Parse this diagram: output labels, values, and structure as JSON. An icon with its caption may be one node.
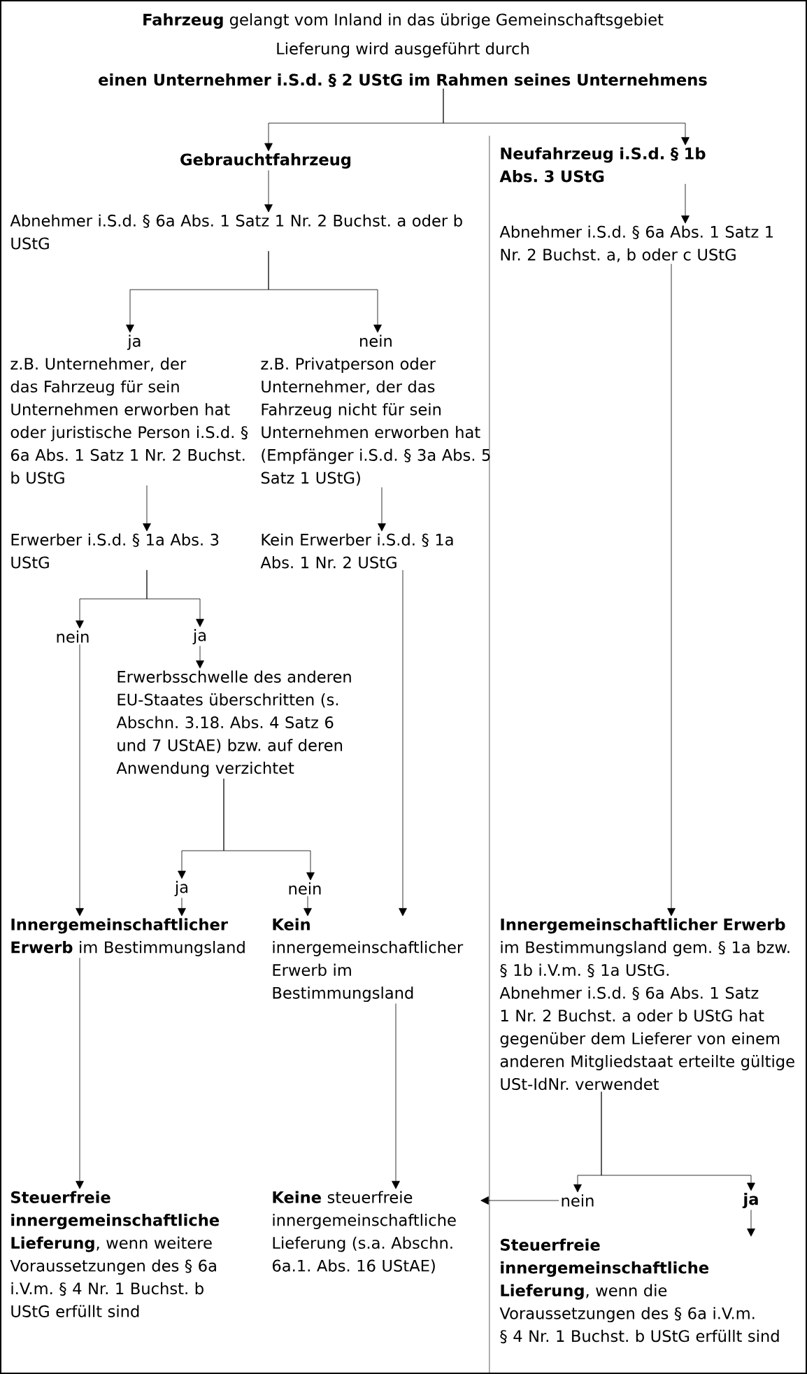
{
  "diagram": {
    "title": "**Fahrzeug** gelangt vom Inland in das übrige Gemeinschaftsgebiet",
    "nodes": [
      {
        "text": [
          "Lieferung wird ausgeführt durch",
          "einen Unternehmer i.S.d. § 2 UStG im Rahmen seines Unternehmens"
        ]
      },
      {
        "text": [
          "Gebrauchtfahrzeug"
        ]
      },
      {
        "text": [
          "Neufahrzeug i.S.d. § 1b Abs. 3 UStG"
        ]
      },
      {
        "text": [
          "Abnehmer i.S.d. § 6a Abs. 1 Satz 1 Nr. 2 Buchst. a oder b UStG"
        ]
      },
      {
        "text": [
          "Abnehmer i.S.d. § 6a Abs. 1 Satz 1 Nr. 2 Buchst. a, b oder c UStG"
        ]
      },
      {
        "text": [
          "ja",
          "z.B. Unternehmer, der das Fahrzeug für sein Unternehmen erworben hat oder juristische Person i.S.d. § 6a Abs. 1 Satz 1 Nr. 2 Buchst. b UStG"
        ]
      },
      {
        "text": [
          "nein",
          "z.B. Privatperson oder Unternehmer, der das Fahrzeug nicht für sein Unternehmen erworben hat (Empfänger i.S.d. § 3a Abs. 5 Satz 1 UStG)"
        ]
      },
      {
        "text": [
          "Erwerber i.S.d. § 1a Abs. 3 UStG"
        ]
      },
      {
        "text": [
          "Kein Erwerber i.S.d. § 1a Abs. 1 Nr. 2 UStG"
        ]
      },
      {
        "text": [
          "nein"
        ]
      },
      {
        "text": [
          "ja"
        ]
      },
      {
        "text": [
          "Erwerbsschwelle des anderen EU-Staates überschritten (s. Abschn. 3.18. Abs. 4 Satz 6 und 7 UStAE) bzw. auf deren Anwendung verzichtet"
        ]
      },
      {
        "text": [
          "ja"
        ]
      },
      {
        "text": [
          "nein"
        ]
      },
      {
        "text": [
          "**Innergemeinschaftlicher Erwerb** im Bestimmungsland"
        ]
      },
      {
        "text": [
          "**Kein** innergemeinschaftlicher Erwerb im Bestimmungsland"
        ]
      },
      {
        "text": [
          "**Innergemeinschaftlicher Erwerb** im Bestimmungsland gem. § 1a bzw. § 1b i.V.m. § 1a UStG.",
          "Abnehmer i.S.d. § 6a Abs. 1 Satz 1 Nr. 2 Buchst. a oder b UStG hat gegenüber dem Lieferer von einem anderen Mitgliedstaat erteilte gültige USt-IdNr. verwendet"
        ]
      },
      {
        "text": [
          "**Steuerfreie innergemeinschaftliche Lieferung**, wenn weitere Voraussetzungen des § 6a i.V.m. § 4 Nr. 1 Buchst. b UStG erfüllt sind"
        ]
      },
      {
        "text": [
          "**Keine** steuerfreie innergemeinschaftliche Lieferung (s.a. Abschn. 6a.1. Abs. 16 UStAE)"
        ]
      },
      {
        "text": [
          "nein"
        ]
      },
      {
        "text": [
          "ja"
        ]
      },
      {
        "text": [
          "**Steuerfreie innergemeinschaftliche Lieferung**, wenn die Voraussetzungen des § 6a i.V.m. § 4 Nr. 1 Buchst. b UStG erfüllt sind"
        ]
      }
    ],
    "edges": [
      {
        "from": 0,
        "to": 1,
        "arrow": "to"
      },
      {
        "from": 0,
        "to": 2,
        "arrow": "to"
      },
      {
        "from": 1,
        "to": 3,
        "arrow": "to"
      },
      {
        "from": 2,
        "to": 4,
        "arrow": "to"
      },
      {
        "from": 3,
        "to": 5,
        "arrow": "to"
      },
      {
        "from": 3,
        "to": 6,
        "arrow": "to"
      },
      {
        "from": 5,
        "to": 7,
        "arrow": "to"
      },
      {
        "from": 6,
        "to": 8,
        "arrow": "to"
      },
      {
        "from": 7,
        "to": 9,
        "arrow": "to"
      },
      {
        "from": 7,
        "to": 10,
        "arrow": "to"
      },
      {
        "from": 10,
        "to": 11,
        "arrow": "to"
      },
      {
        "from": 11,
        "to": 12,
        "arrow": "to"
      },
      {
        "from": 11,
        "to": 13,
        "arrow": "to"
      },
      {
        "from": 9,
        "to": 14,
        "arrow": "to"
      },
      {
        "from": 12,
        "to": 14,
        "arrow": "to"
      },
      {
        "from": 13,
        "to": 15,
        "arrow": "to"
      },
      {
        "from": 8,
        "to": 15,
        "arrow": "to"
      },
      {
        "from": 4,
        "to": 16,
        "arrow": "to"
      },
      {
        "from": 14,
        "to": 17,
        "arrow": "to"
      },
      {
        "from": 15,
        "to": 18,
        "arrow": "to"
      },
      {
        "from": 16,
        "to": 19,
        "arrow": "to"
      },
      {
        "from": 16,
        "to": 20,
        "arrow": "to"
      },
      {
        "from": 19,
        "to": 18,
        "arrow": "to"
      },
      {
        "from": 20,
        "to": 21,
        "arrow": "to"
      }
    ]
  }
}
